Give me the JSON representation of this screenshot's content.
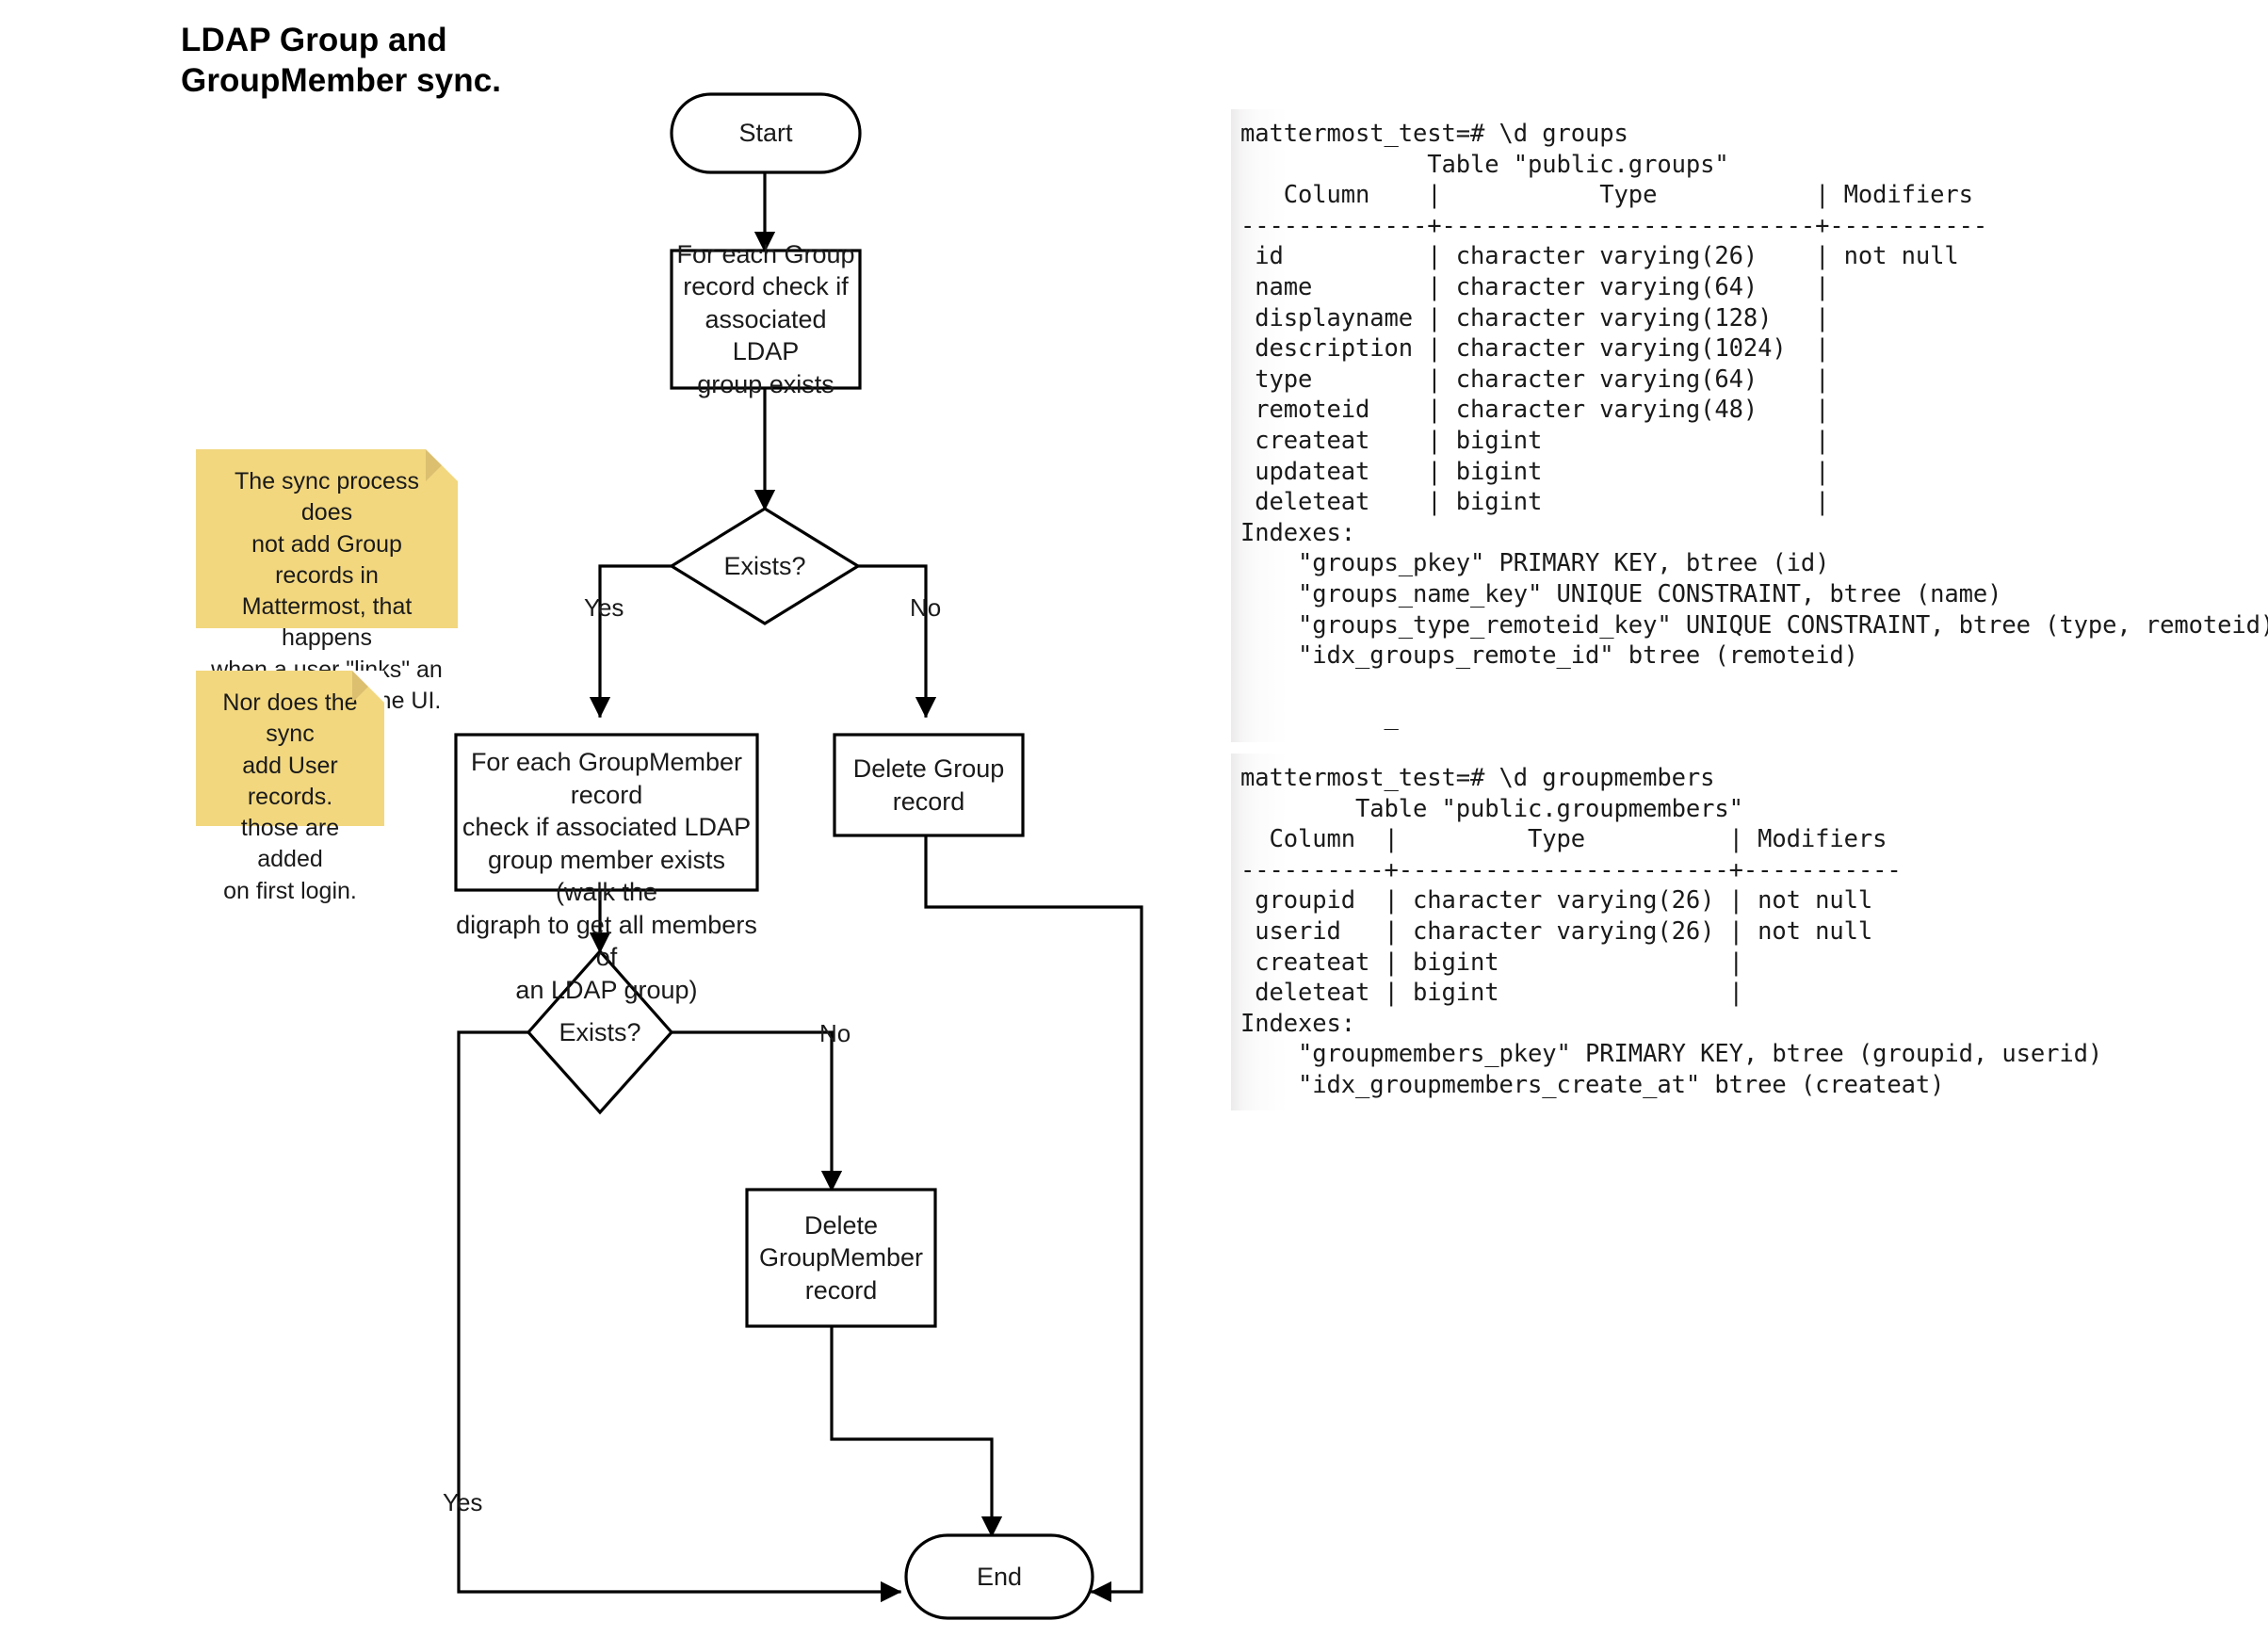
{
  "title": "LDAP Group and\nGroupMember sync.",
  "flowchart": {
    "nodes": {
      "start": "Start",
      "group_check": "For each Group\nrecord check if\nassociated LDAP\ngroup exists",
      "exists_1": "Exists?",
      "groupmember_check": "For each GroupMember record\ncheck if associated LDAP\ngroup member exists (walk the\ndigraph to get all members of\nan LDAP group)",
      "delete_group": "Delete Group\nrecord",
      "exists_2": "Exists?",
      "delete_groupmember": "Delete\nGroupMember\nrecord",
      "end": "End"
    },
    "edge_labels": {
      "exists1_yes": "Yes",
      "exists1_no": "No",
      "exists2_no": "No",
      "exists2_yes": "Yes"
    }
  },
  "notes": [
    {
      "id": "note-group-records",
      "text": "The sync process does\nnot add Group records in\nMattermost, that happens\nwhen a user \"links\" an\nLDAP group in the UI."
    },
    {
      "id": "note-user-records",
      "text": "Nor does the sync\nadd User records.\nthose are added\non first login."
    }
  ],
  "terminals": [
    {
      "id": "groups-table",
      "text": "mattermost_test=# \\d groups\n             Table \"public.groups\"\n   Column    |           Type           | Modifiers\n-------------+--------------------------+-----------\n id          | character varying(26)    | not null\n name        | character varying(64)    |\n displayname | character varying(128)   |\n description | character varying(1024)  |\n type        | character varying(64)    |\n remoteid    | character varying(48)    |\n createat    | bigint                   |\n updateat    | bigint                   |\n deleteat    | bigint                   |\nIndexes:\n    \"groups_pkey\" PRIMARY KEY, btree (id)\n    \"groups_name_key\" UNIQUE CONSTRAINT, btree (name)\n    \"groups_type_remoteid_key\" UNIQUE CONSTRAINT, btree (type, remoteid)\n    \"idx_groups_remote_id\" btree (remoteid)\n\n          _"
    },
    {
      "id": "groupmembers-table",
      "text": "mattermost_test=# \\d groupmembers\n        Table \"public.groupmembers\"\n  Column  |         Type          | Modifiers\n----------+-----------------------+-----------\n groupid  | character varying(26) | not null\n userid   | character varying(26) | not null\n createat | bigint                |\n deleteat | bigint                |\nIndexes:\n    \"groupmembers_pkey\" PRIMARY KEY, btree (groupid, userid)\n    \"idx_groupmembers_create_at\" btree (createat)"
    }
  ],
  "colors": {
    "sticky_fill": "#f2d77f",
    "sticky_fold": "#dcc070",
    "stroke": "#000000",
    "background": "#ffffff"
  }
}
